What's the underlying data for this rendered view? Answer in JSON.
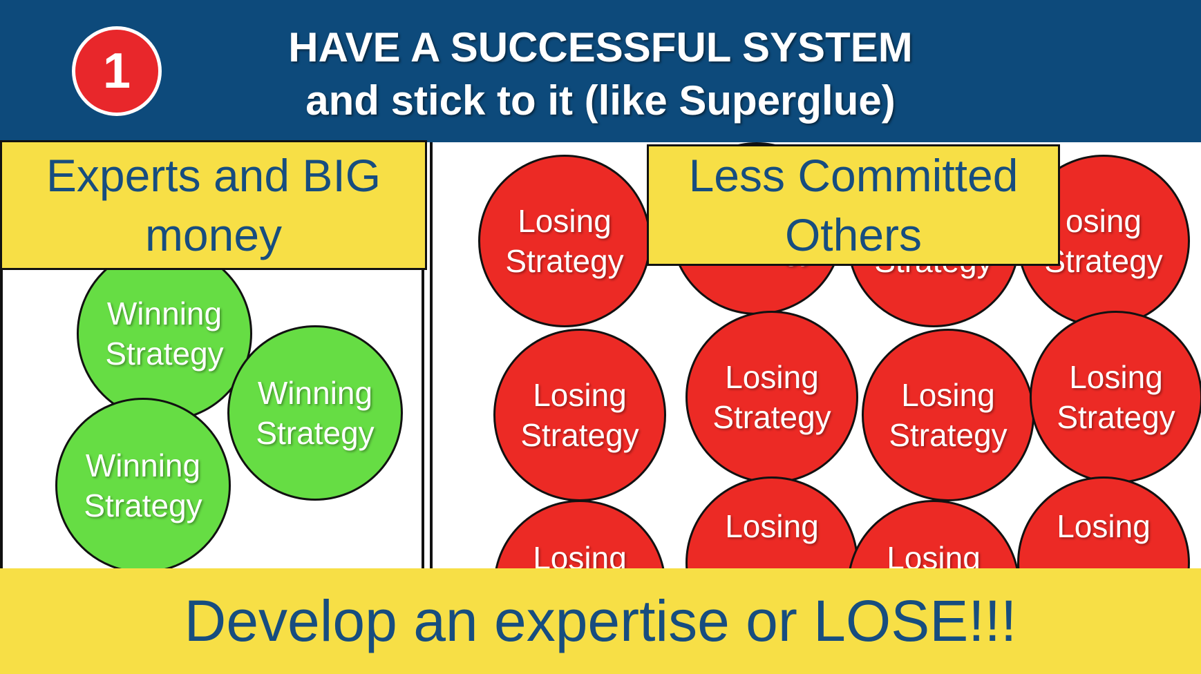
{
  "header": {
    "badge_number": "1",
    "title_line1": "HAVE A SUCCESSFUL SYSTEM",
    "title_line2": "and stick to it (like Superglue)"
  },
  "left_panel": {
    "label": "Experts and BIG money",
    "circle_text": "Winning Strategy"
  },
  "right_panel": {
    "label": "Less Committed Others",
    "circle_text": "Losing Strategy",
    "partial_text_a": "Losing",
    "partial_text_b": "Strategy",
    "clipped_top_a": "osing",
    "clipped_top_b": "Strategy"
  },
  "footer": {
    "text": "Develop an expertise or LOSE!!!"
  },
  "colors": {
    "header_bg": "#0d4a7b",
    "badge_red": "#e8272b",
    "winning_green": "#66dd44",
    "losing_red": "#ec2a25",
    "label_yellow": "#f7df46",
    "label_text_blue": "#174d7f"
  }
}
